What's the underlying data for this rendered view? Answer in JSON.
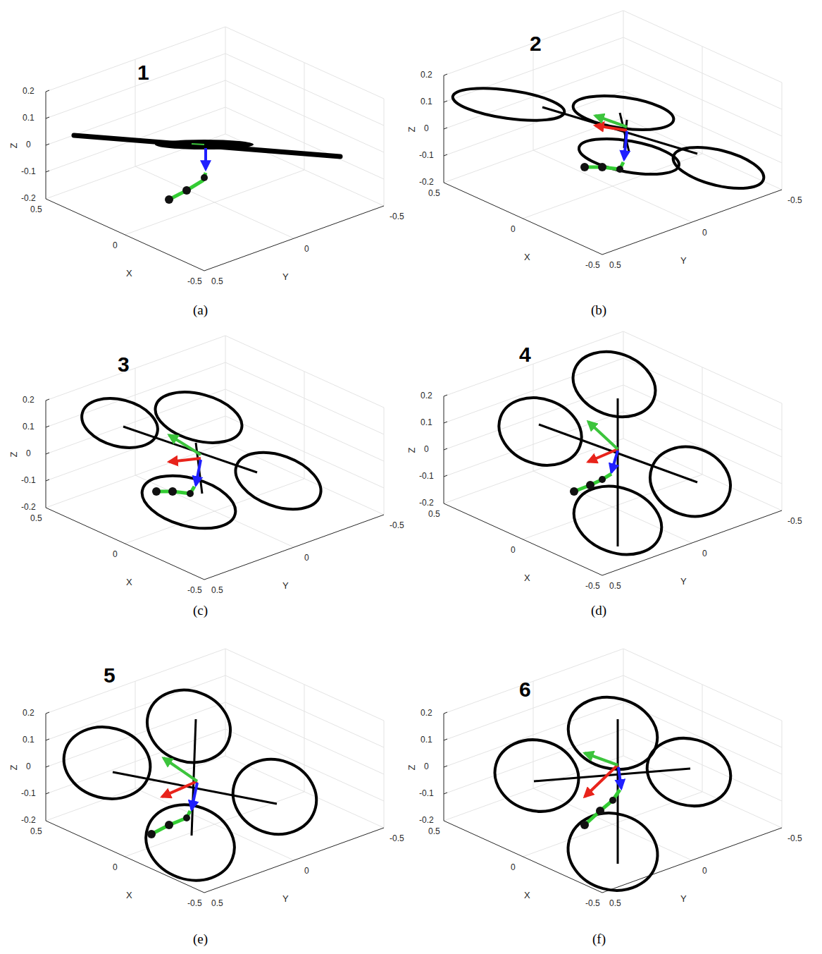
{
  "diagram": {
    "labels": [
      "1",
      "0.2",
      "0.1",
      "0",
      "-0.1",
      "-0.2",
      "Z",
      "0.5",
      "0",
      "-0.5",
      "X",
      "0.5",
      "0",
      "-0.5",
      "Y",
      "(a)",
      "2",
      "0.2",
      "0.1",
      "0",
      "-0.1",
      "-0.2",
      "Z",
      "0.5",
      "0",
      "-0.5",
      "X",
      "0.5",
      "0",
      "-0.5",
      "Y",
      "(b)",
      "3",
      "0.2",
      "0.1",
      "0",
      "-0.1",
      "-0.2",
      "Z",
      "0.5",
      "0",
      "-0.5",
      "X",
      "0.5",
      "0",
      "-0.5",
      "Y",
      "(c)",
      "4",
      "0.2",
      "0.1",
      "0",
      "-0.1",
      "-0.2",
      "Z",
      "0.5",
      "0",
      "-0.5",
      "X",
      "0.5",
      "0",
      "-0.5",
      "Y",
      "(d)",
      "5",
      "0.2",
      "0.1",
      "0",
      "-0.1",
      "-0.2",
      "Z",
      "0.5",
      "0",
      "-0.5",
      "X",
      "0.5",
      "0",
      "-0.5",
      "Y",
      "(e)",
      "6",
      "0.2",
      "0.1",
      "0",
      "-0.1",
      "-0.2",
      "Z",
      "0.5",
      "0",
      "-0.5",
      "X",
      "0.5",
      "0",
      "-0.5",
      "Y",
      "(f)"
    ]
  }
}
